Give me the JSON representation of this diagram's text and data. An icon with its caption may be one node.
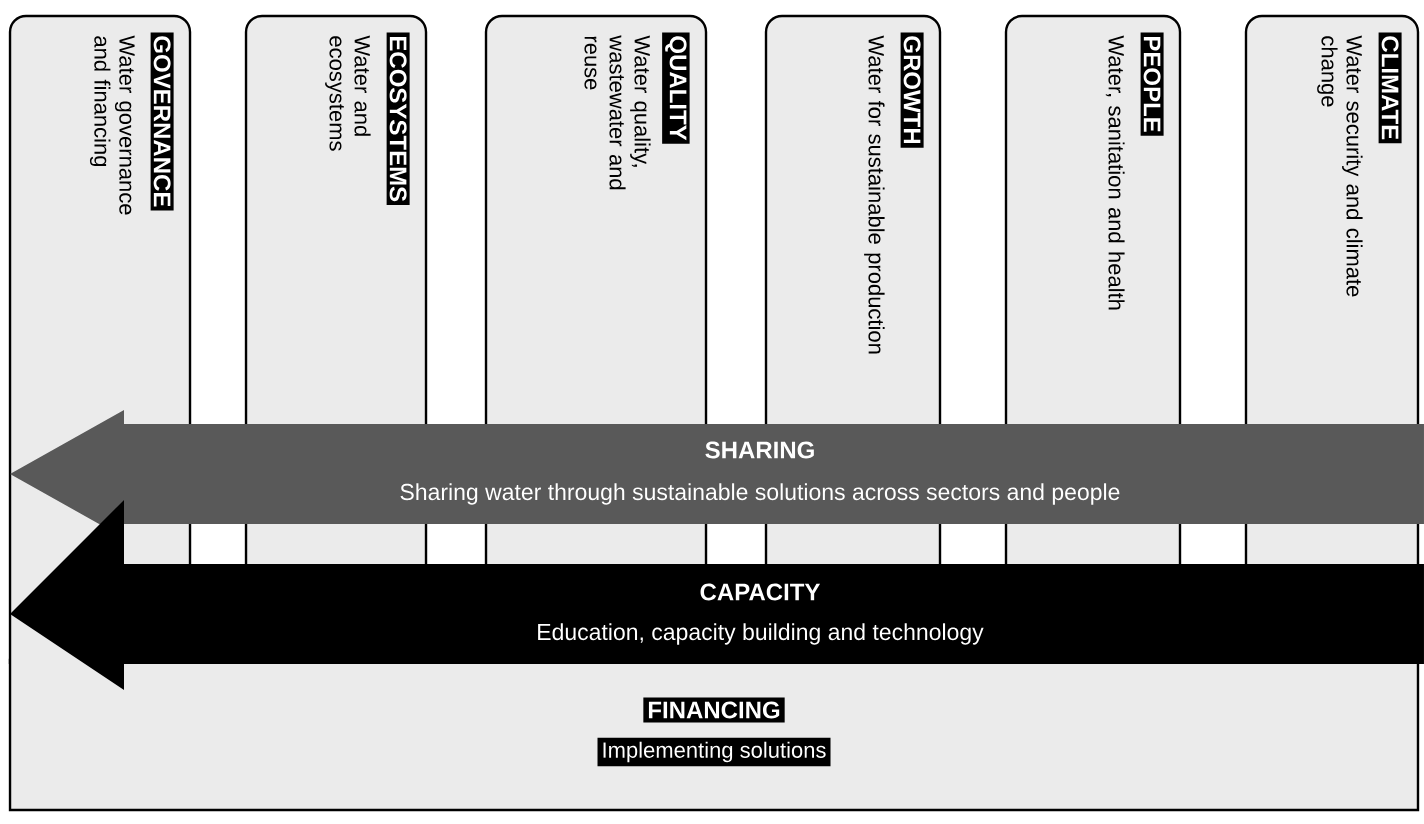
{
  "diagram": {
    "nodes": [
      {
        "text": [
          "GOVERNANCE",
          "Water governance and financing"
        ]
      },
      {
        "text": [
          "ECOSYSTEMS",
          "Water and ecosystems"
        ]
      },
      {
        "text": [
          "QUALITY",
          "Water quality, wastewater and reuse"
        ]
      },
      {
        "text": [
          "GROWTH",
          "Water for sustainable production"
        ]
      },
      {
        "text": [
          "PEOPLE",
          "Water, sanitation and health"
        ]
      },
      {
        "text": [
          "CLIMATE",
          "Water security and climate change"
        ]
      },
      {
        "text": [
          "SHARING",
          "Sharing water through sustainable solutions across sectors and people"
        ]
      },
      {
        "text": [
          "CAPACITY",
          "Education, capacity building and technology"
        ]
      },
      {
        "text": [
          "FINANCING",
          "Implementing solutions"
        ]
      }
    ]
  }
}
